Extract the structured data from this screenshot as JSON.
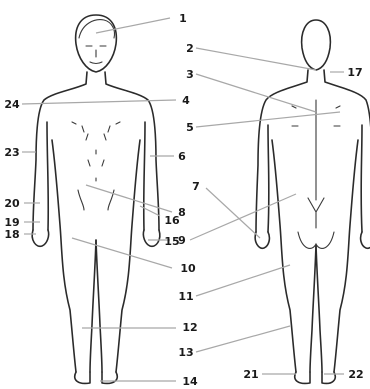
{
  "labels": [
    "1",
    "2",
    "3",
    "4",
    "5",
    "6",
    "7",
    "8",
    "9",
    "10",
    "11",
    "12",
    "13",
    "14",
    "15",
    "16",
    "17",
    "18",
    "19",
    "20",
    "21",
    "22",
    "23",
    "24"
  ],
  "colors": {
    "outline": "#2b2b2b",
    "leader": "#a8a8a8",
    "text": "#1a1a1a",
    "background": "#ffffff"
  }
}
